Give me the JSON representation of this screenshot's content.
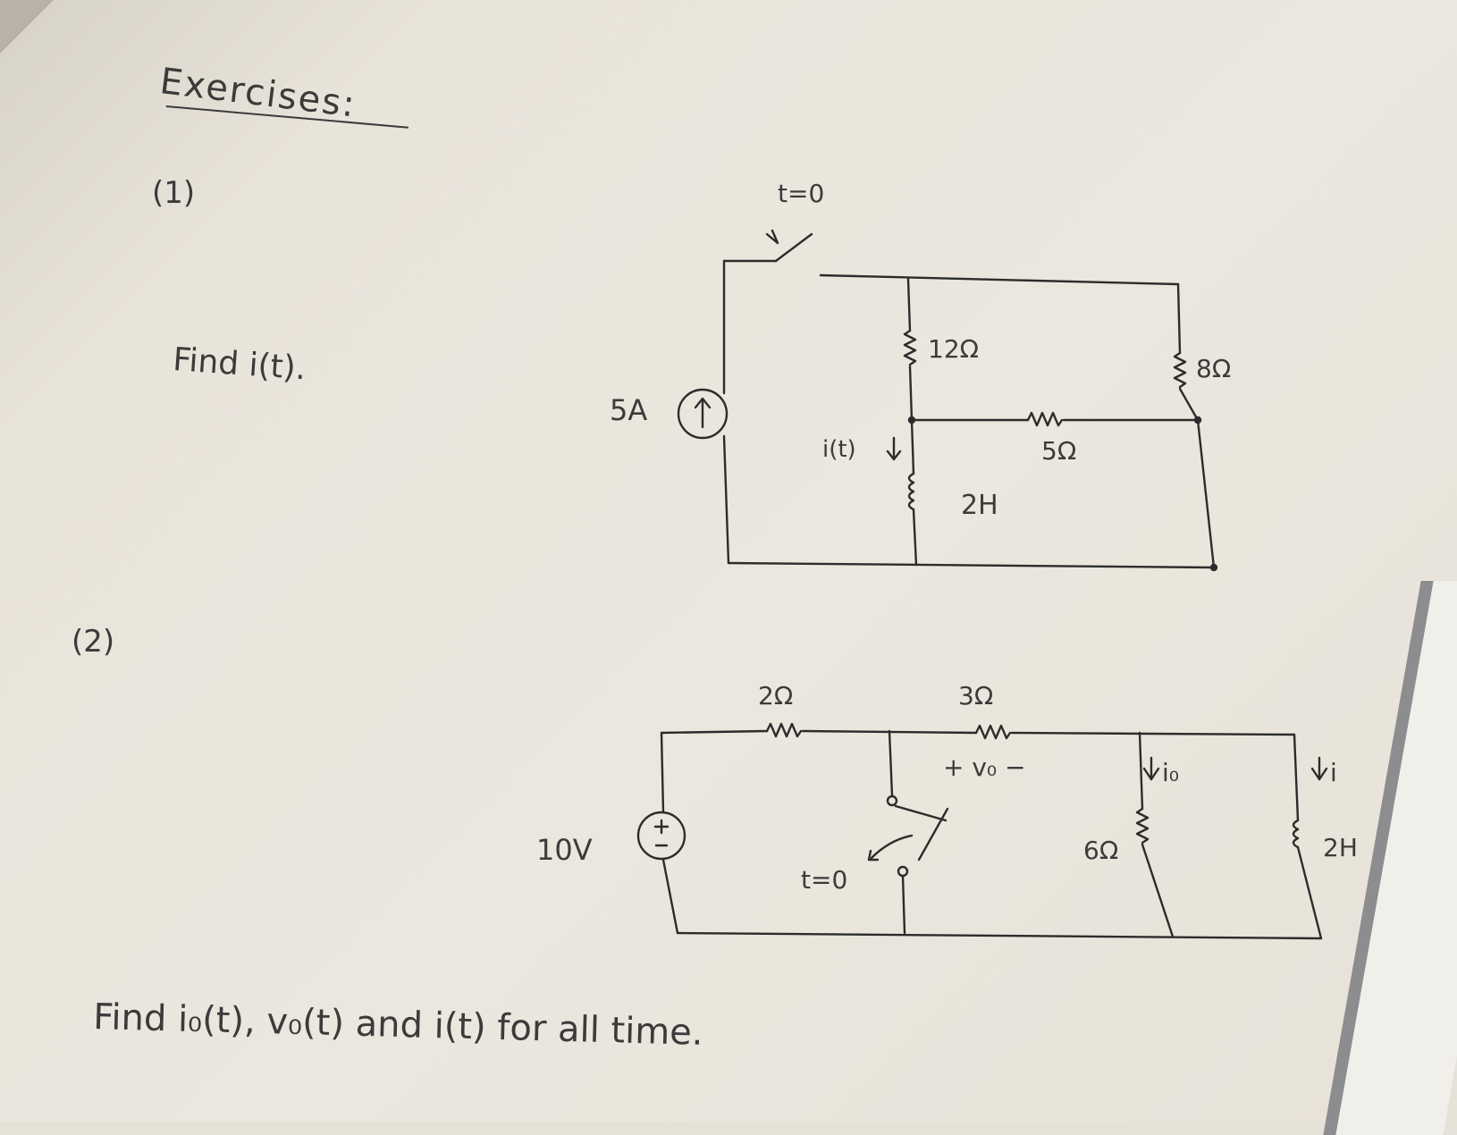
{
  "heading": "Exercises:",
  "problem1": {
    "number": "(1)",
    "prompt": "Find i(t).",
    "labels": {
      "switch": "t=0",
      "source": "5A",
      "r12": "12Ω",
      "r8": "8Ω",
      "r5": "5Ω",
      "inductor": "2H",
      "current": "i(t)"
    }
  },
  "problem2": {
    "number": "(2)",
    "prompt": "Find i₀(t), v₀(t) and i(t) for all time.",
    "labels": {
      "r2": "2Ω",
      "r3": "3Ω",
      "vo": "+ v₀ −",
      "io": "i₀",
      "i": "i",
      "source": "10V",
      "r6": "6Ω",
      "inductor": "2H",
      "switch": "t=0"
    }
  }
}
